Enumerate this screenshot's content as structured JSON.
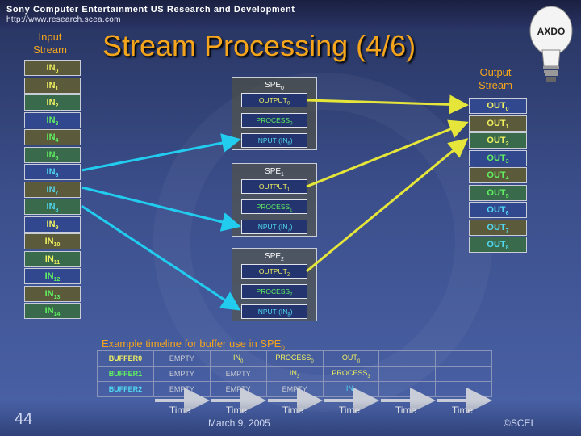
{
  "header": {
    "company": "Sony Computer Entertainment US Research and Development",
    "url": "http://www.research.scea.com",
    "logo_text": "AXDO"
  },
  "slide": {
    "title": "Stream Processing (4/6)",
    "input_label_line1": "Input",
    "input_label_line2": "Stream",
    "output_label_line1": "Output",
    "output_label_line2": "Stream"
  },
  "input_stream": [
    {
      "base": "IN",
      "sub": "0",
      "style": "olive-y"
    },
    {
      "base": "IN",
      "sub": "1",
      "style": "olive-y"
    },
    {
      "base": "IN",
      "sub": "2",
      "style": "green-y"
    },
    {
      "base": "IN",
      "sub": "3",
      "style": "blue-g"
    },
    {
      "base": "IN",
      "sub": "4",
      "style": "olive-g"
    },
    {
      "base": "IN",
      "sub": "5",
      "style": "green-g"
    },
    {
      "base": "IN",
      "sub": "6",
      "style": "blue-c"
    },
    {
      "base": "IN",
      "sub": "7",
      "style": "olive-c"
    },
    {
      "base": "IN",
      "sub": "8",
      "style": "green-c"
    },
    {
      "base": "IN",
      "sub": "9",
      "style": "blue-y"
    },
    {
      "base": "IN",
      "sub": "10",
      "style": "olive-y"
    },
    {
      "base": "IN",
      "sub": "11",
      "style": "green-y"
    },
    {
      "base": "IN",
      "sub": "12",
      "style": "blue-g"
    },
    {
      "base": "IN",
      "sub": "13",
      "style": "olive-g"
    },
    {
      "base": "IN",
      "sub": "14",
      "style": "green-g"
    }
  ],
  "output_stream": [
    {
      "base": "OUT",
      "sub": "0",
      "style": "blue-y"
    },
    {
      "base": "OUT",
      "sub": "1",
      "style": "olive-y"
    },
    {
      "base": "OUT",
      "sub": "2",
      "style": "green-y"
    },
    {
      "base": "OUT",
      "sub": "3",
      "style": "blue-g"
    },
    {
      "base": "OUT",
      "sub": "4",
      "style": "olive-g"
    },
    {
      "base": "OUT",
      "sub": "5",
      "style": "green-g"
    },
    {
      "base": "OUT",
      "sub": "6",
      "style": "blue-c"
    },
    {
      "base": "OUT",
      "sub": "7",
      "style": "olive-c"
    },
    {
      "base": "OUT",
      "sub": "8",
      "style": "green-c"
    }
  ],
  "spes": [
    {
      "name": "SPE",
      "sub": "0",
      "slots": [
        {
          "text": "OUTPUT",
          "sub": "0",
          "tail": "",
          "color": "yellow"
        },
        {
          "text": "PROCESS",
          "sub": "0",
          "tail": "",
          "color": "green"
        },
        {
          "text": "INPUT (IN",
          "sub": "6",
          "tail": ")",
          "color": "cyan"
        }
      ]
    },
    {
      "name": "SPE",
      "sub": "1",
      "slots": [
        {
          "text": "OUTPUT",
          "sub": "1",
          "tail": "",
          "color": "yellow"
        },
        {
          "text": "PROCESS",
          "sub": "1",
          "tail": "",
          "color": "green"
        },
        {
          "text": "INPUT (IN",
          "sub": "7",
          "tail": ")",
          "color": "cyan"
        }
      ]
    },
    {
      "name": "SPE",
      "sub": "2",
      "slots": [
        {
          "text": "OUTPUT",
          "sub": "2",
          "tail": "",
          "color": "yellow"
        },
        {
          "text": "PROCESS",
          "sub": "2",
          "tail": "",
          "color": "green"
        },
        {
          "text": "INPUT (IN",
          "sub": "8",
          "tail": ")",
          "color": "cyan"
        }
      ]
    }
  ],
  "timeline": {
    "title": "Example timeline for buffer use in SPE",
    "title_sub": "0",
    "rows": [
      {
        "label": "BUFFER0",
        "label_color": "yellow",
        "cells": [
          {
            "text": "EMPTY",
            "sub": "",
            "color": "empty"
          },
          {
            "text": "IN",
            "sub": "0",
            "color": "yellow"
          },
          {
            "text": "PROCESS",
            "sub": "0",
            "color": "yellow"
          },
          {
            "text": "OUT",
            "sub": "0",
            "color": "yellow"
          },
          {
            "text": "",
            "sub": "",
            "color": "empty"
          },
          {
            "text": "",
            "sub": "",
            "color": "empty"
          }
        ]
      },
      {
        "label": "BUFFER1",
        "label_color": "green",
        "cells": [
          {
            "text": "EMPTY",
            "sub": "",
            "color": "empty"
          },
          {
            "text": "EMPTY",
            "sub": "",
            "color": "empty"
          },
          {
            "text": "IN",
            "sub": "3",
            "color": "yellow"
          },
          {
            "text": "PROCESS",
            "sub": "3",
            "color": "yellow"
          },
          {
            "text": "",
            "sub": "",
            "color": "empty"
          },
          {
            "text": "",
            "sub": "",
            "color": "empty"
          }
        ]
      },
      {
        "label": "BUFFER2",
        "label_color": "cyan",
        "cells": [
          {
            "text": "EMPTY",
            "sub": "",
            "color": "empty"
          },
          {
            "text": "EMPTY",
            "sub": "",
            "color": "empty"
          },
          {
            "text": "EMPTY",
            "sub": "",
            "color": "empty"
          },
          {
            "text": "IN",
            "sub": "6",
            "color": "cyan"
          },
          {
            "text": "",
            "sub": "",
            "color": "empty"
          },
          {
            "text": "",
            "sub": "",
            "color": "empty"
          }
        ]
      }
    ],
    "time_labels": [
      "Time",
      "Time",
      "Time",
      "Time",
      "Time",
      "Time"
    ]
  },
  "footer": {
    "page_number": "44",
    "date": "March 9, 2005",
    "copyright": "©SCEI"
  },
  "colors": {
    "title": "#f5a51b",
    "yellow": "#f0f060",
    "green": "#60f060",
    "cyan": "#50d8f0",
    "arrow_cyan": "#22ccee",
    "arrow_yellow": "#e6e63a"
  }
}
